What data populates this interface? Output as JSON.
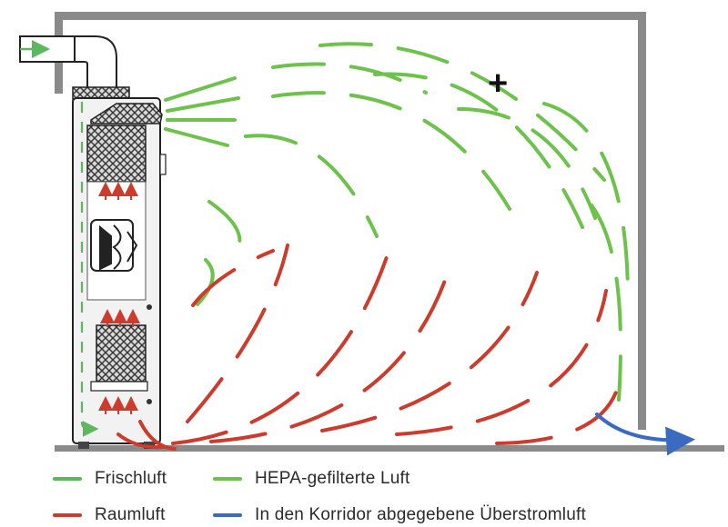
{
  "colors": {
    "frischluft": "#5cb85c",
    "hepa": "#6cc24a",
    "raumluft": "#cc3b2b",
    "ueberstrom": "#3a6bc0",
    "wall": "#8a8a8a",
    "unit": "#f2f2f2",
    "outline": "#222222"
  },
  "diagram": {
    "plus_symbol": "+"
  },
  "legend": {
    "items": [
      {
        "label": "Frischluft",
        "color": "#5cb85c"
      },
      {
        "label": "HEPA-gefilterte Luft",
        "color": "#6cc24a"
      },
      {
        "label": "Raumluft",
        "color": "#cc3b2b"
      },
      {
        "label": "In den Korridor abgegebene Überstromluft",
        "color": "#3a6bc0"
      }
    ]
  }
}
